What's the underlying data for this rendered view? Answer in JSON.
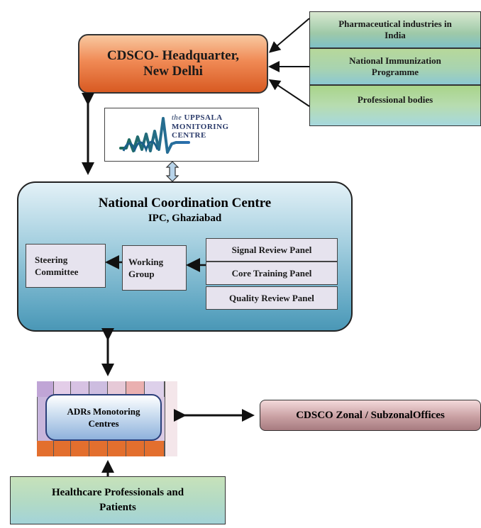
{
  "hq": {
    "line1": "CDSCO- Headquarter,",
    "line2": "New Delhi"
  },
  "side_boxes": [
    {
      "line1": "Pharmaceutical industries in",
      "line2": "India"
    },
    {
      "line1": "National Immunization",
      "line2": "Programme"
    },
    {
      "line1": "Professional bodies",
      "line2": ""
    }
  ],
  "umc": {
    "the": "the",
    "line1": "UPPSALA",
    "line2": "MONITORING",
    "line3": "CENTRE"
  },
  "ncc": {
    "title": "National Coordination Centre",
    "subtitle": "IPC, Ghaziabad"
  },
  "steering": {
    "line1": "Steering",
    "line2": "Committee"
  },
  "working": {
    "line1": "Working",
    "line2": "Group"
  },
  "panels": [
    "Signal Review Panel",
    "Core Training Panel",
    "Quality Review Panel"
  ],
  "adr": {
    "line1": "ADRs Monotoring",
    "line2": "Centres"
  },
  "zonal": {
    "label": "CDSCO Zonal / SubzonalOffices"
  },
  "hcp": {
    "line1": "Healthcare Professionals and",
    "line2": "Patients"
  },
  "colors": {
    "hq": "#f08a55",
    "ncc": "#5fa6c2",
    "panel": "#e6e3ee",
    "adr_outer_bottom": "#e36f2e",
    "zonal": "#c9a0a3",
    "hcp": "#b2dac5"
  }
}
